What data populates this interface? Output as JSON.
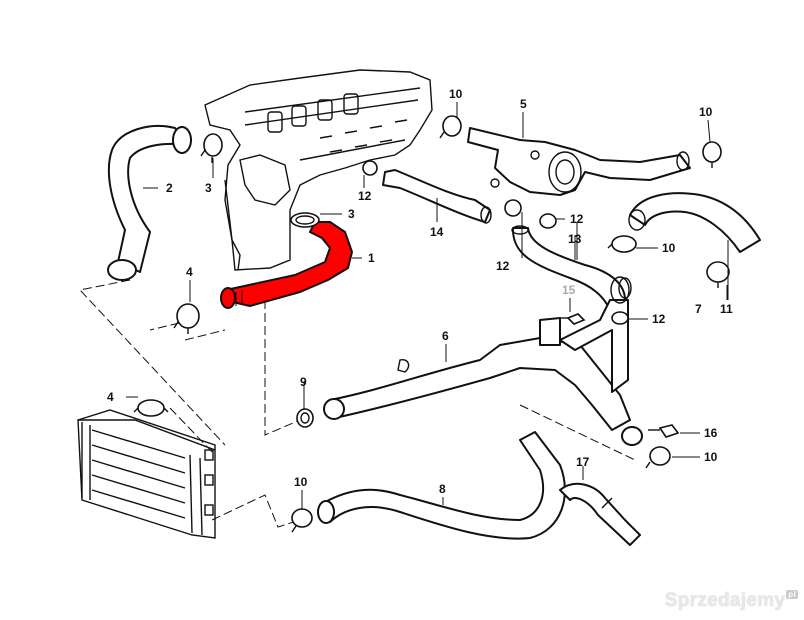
{
  "callouts": {
    "c1": "1",
    "c2": "2",
    "c3a": "3",
    "c3b": "3",
    "c4a": "4",
    "c4b": "4",
    "c5": "5",
    "c6": "6",
    "c7": "7",
    "c8": "8",
    "c9": "9",
    "c10a": "10",
    "c10b": "10",
    "c10c": "10",
    "c10d": "10",
    "c10e": "10",
    "c11": "11",
    "c12a": "12",
    "c12b": "12",
    "c12c": "12",
    "c12d": "12",
    "c13": "13",
    "c14": "14",
    "c15": "15",
    "c16": "16",
    "c17": "17"
  },
  "watermark": {
    "text": "Sprzedajemy",
    "badge": "pl"
  },
  "colors": {
    "highlight": "#ff0000",
    "line": "#111111",
    "faded": "#aaaaaa"
  }
}
